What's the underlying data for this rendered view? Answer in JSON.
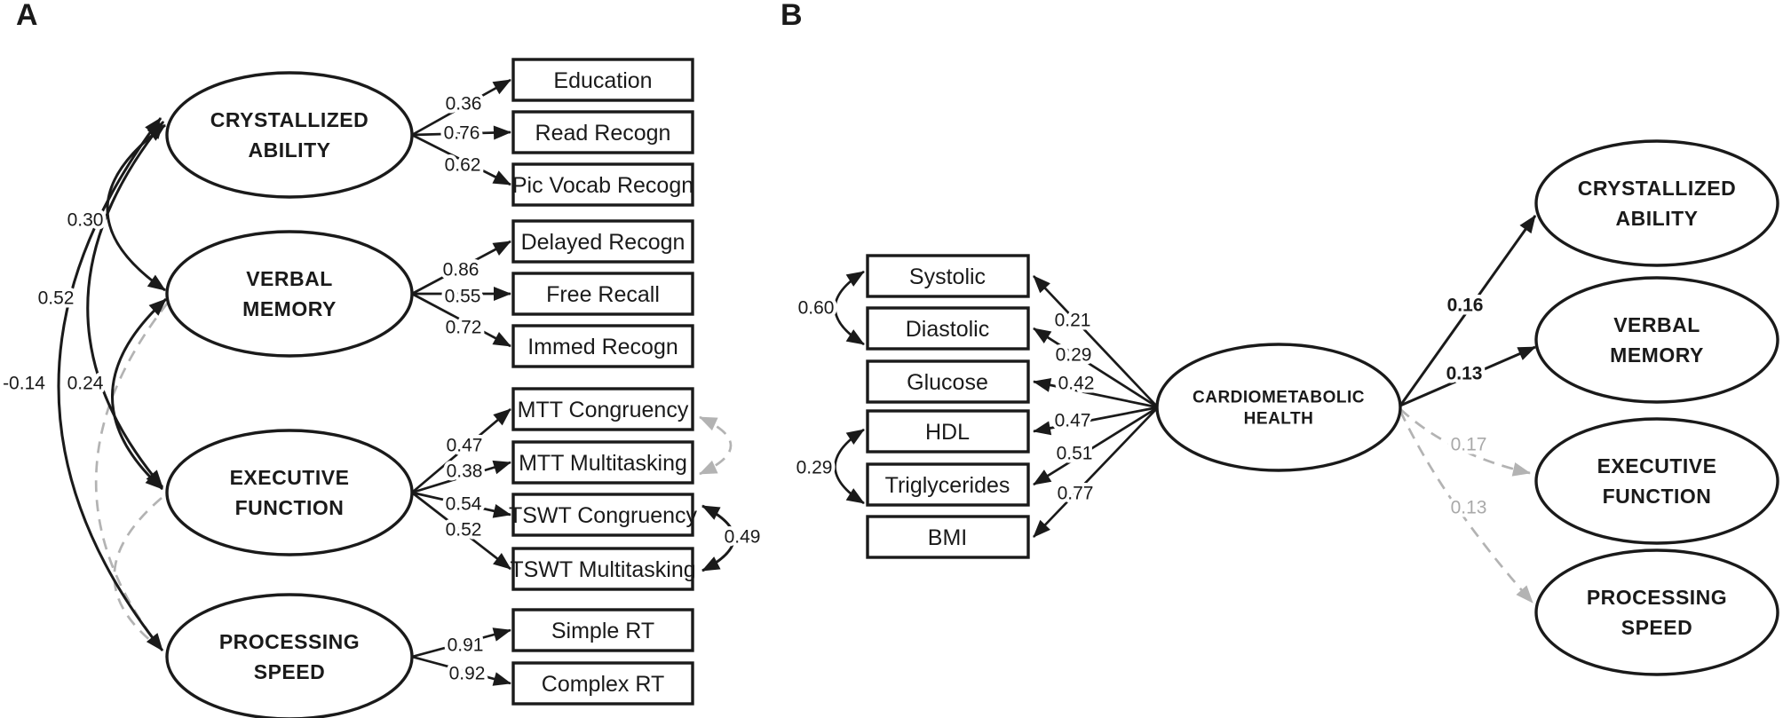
{
  "figure": {
    "type": "structural-equation-model-path-diagram",
    "colors": {
      "ink": "#1a1a1a",
      "nonsignificant_gray": "#b3b3b3",
      "nonsignificant_text_gray": "#a9a9a9"
    }
  },
  "panel_a": {
    "label": "A",
    "factors": {
      "crystallized": [
        "CRYSTALLIZED",
        "ABILITY"
      ],
      "verbal": [
        "VERBAL",
        "MEMORY"
      ],
      "executive": [
        "EXECUTIVE",
        "FUNCTION"
      ],
      "processing": [
        "PROCESSING",
        "SPEED"
      ]
    },
    "indicators": {
      "education": {
        "label": "Education",
        "loading": "0.36"
      },
      "read_recogn": {
        "label": "Read Recogn",
        "loading": "0.76"
      },
      "pic_vocab_recogn": {
        "label": "Pic Vocab Recogn",
        "loading": "0.62"
      },
      "delayed_recogn": {
        "label": "Delayed Recogn",
        "loading": "0.86"
      },
      "free_recall": {
        "label": "Free Recall",
        "loading": "0.55"
      },
      "immed_recogn": {
        "label": "Immed Recogn",
        "loading": "0.72"
      },
      "mtt_congruency": {
        "label": "MTT Congruency",
        "loading": "0.47"
      },
      "mtt_multitasking": {
        "label": "MTT Multitasking",
        "loading": "0.38"
      },
      "tswt_congruency": {
        "label": "TSWT Congruency",
        "loading": "0.54"
      },
      "tswt_multitasking": {
        "label": "TSWT Multitasking",
        "loading": "0.52"
      },
      "simple_rt": {
        "label": "Simple RT",
        "loading": "0.91"
      },
      "complex_rt": {
        "label": "Complex RT",
        "loading": "0.92"
      }
    },
    "factor_correlations": {
      "crystallized_verbal": "0.30",
      "crystallized_executive": "0.52",
      "crystallized_processing": "-0.14",
      "verbal_executive": "0.24"
    },
    "residual_correlations": {
      "tswt_congruency_multitasking": "0.49"
    }
  },
  "panel_b": {
    "label": "B",
    "latent": [
      "CARDIOMETABOLIC",
      "HEALTH"
    ],
    "indicators": {
      "systolic": {
        "label": "Systolic",
        "loading": "0.21"
      },
      "diastolic": {
        "label": "Diastolic",
        "loading": "0.29"
      },
      "glucose": {
        "label": "Glucose",
        "loading": "0.42"
      },
      "hdl": {
        "label": "HDL",
        "loading": "0.47"
      },
      "triglycerides": {
        "label": "Triglycerides",
        "loading": "0.51"
      },
      "bmi": {
        "label": "BMI",
        "loading": "0.77"
      }
    },
    "indicator_correlations": {
      "systolic_diastolic": "0.60",
      "hdl_triglycerides": "0.29"
    },
    "outcomes": {
      "crystallized": {
        "label": [
          "CRYSTALLIZED",
          "ABILITY"
        ],
        "estimate": "0.16"
      },
      "verbal": {
        "label": [
          "VERBAL",
          "MEMORY"
        ],
        "estimate": "0.13"
      },
      "executive": {
        "label": [
          "EXECUTIVE",
          "FUNCTION"
        ],
        "estimate": "0.17"
      },
      "processing": {
        "label": [
          "PROCESSING",
          "SPEED"
        ],
        "estimate": "0.13"
      }
    }
  }
}
